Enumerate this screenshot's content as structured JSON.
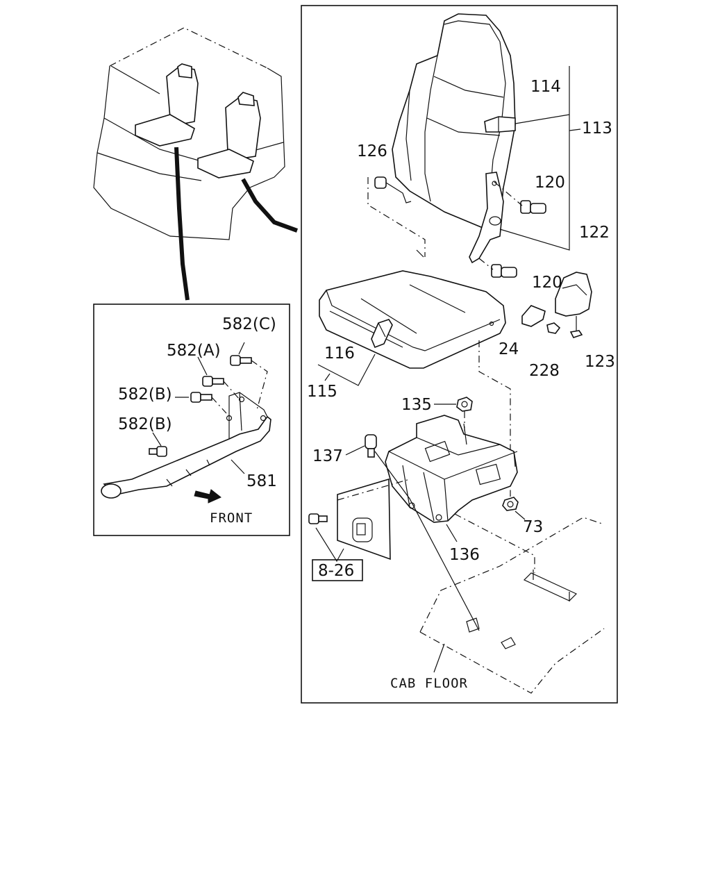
{
  "labels": {
    "p114": "114",
    "p113": "113",
    "p126": "126",
    "p120a": "120",
    "p120b": "120",
    "p122": "122",
    "p116": "116",
    "p115": "115",
    "p24": "24",
    "p228": "228",
    "p123": "123",
    "p135": "135",
    "p137": "137",
    "p73": "73",
    "p136": "136",
    "p826": "8-26",
    "p582c": "582(C)",
    "p582a": "582(A)",
    "p582b1": "582(B)",
    "p582b2": "582(B)",
    "p581": "581",
    "front": "FRONT",
    "cab_floor": "CAB FLOOR"
  }
}
